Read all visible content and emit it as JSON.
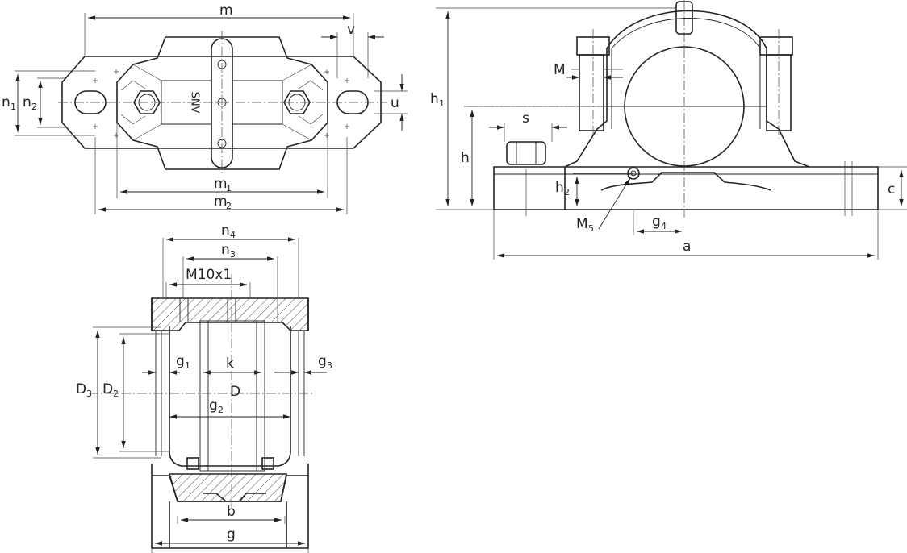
{
  "top_view": {
    "marking": "SNV",
    "dimensions": {
      "m": "m",
      "v": "v",
      "n1": "n",
      "n1_sub": "1",
      "n2": "n",
      "n2_sub": "2",
      "u": "u",
      "m1": "m",
      "m1_sub": "1",
      "m2": "m",
      "m2_sub": "2"
    }
  },
  "front_view": {
    "dimensions": {
      "h1": "h",
      "h1_sub": "1",
      "M": "M",
      "s": "s",
      "h": "h",
      "h2": "h",
      "h2_sub": "2",
      "M5": "M",
      "M5_sub": "5",
      "g4": "g",
      "g4_sub": "4",
      "c": "c",
      "a": "a"
    }
  },
  "section_view": {
    "dimensions": {
      "n4": "n",
      "n4_sub": "4",
      "n3": "n",
      "n3_sub": "3",
      "M10x1": "M10x1",
      "g1": "g",
      "g1_sub": "1",
      "k": "k",
      "g3": "g",
      "g3_sub": "3",
      "D3": "D",
      "D3_sub": "3",
      "D2": "D",
      "D2_sub": "2",
      "D": "D",
      "g2": "g",
      "g2_sub": "2",
      "b": "b",
      "g": "g"
    }
  }
}
